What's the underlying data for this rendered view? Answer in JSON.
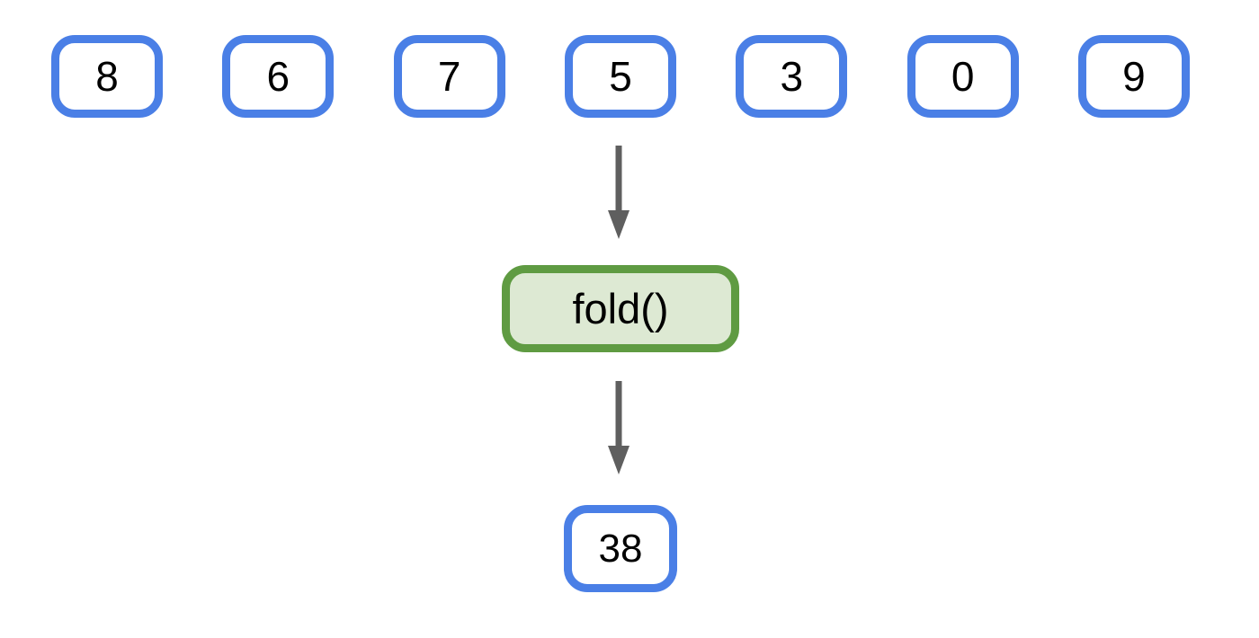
{
  "diagram": {
    "title_hint": "fold operation over a list of values",
    "input_values": [
      "8",
      "6",
      "7",
      "5",
      "3",
      "0",
      "9"
    ],
    "operation": {
      "label": "fold()"
    },
    "result": {
      "value": "38"
    },
    "icons": {
      "arrow": "down-arrow"
    },
    "colors": {
      "box_border_blue": "#4a7fe6",
      "op_border_green": "#5f9b42",
      "op_fill_green": "#dde9d3",
      "arrow_gray": "#5f5f5f",
      "text_black": "#000000",
      "background": "#ffffff"
    }
  }
}
